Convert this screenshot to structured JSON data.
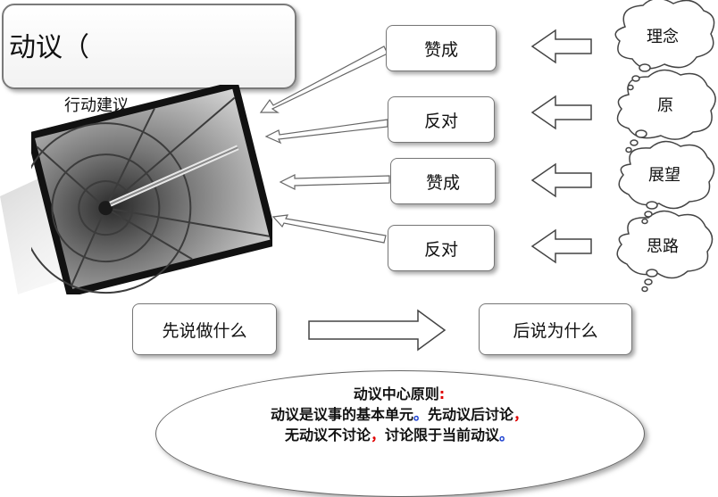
{
  "title": {
    "text": "动议（"
  },
  "subtitle": "行动建议",
  "photo": {
    "icon": "dartboard-photo"
  },
  "options": [
    {
      "label": "赞成",
      "cloud": "理念"
    },
    {
      "label": "反对",
      "cloud": "原"
    },
    {
      "label": "赞成",
      "cloud": "展望"
    },
    {
      "label": "反对",
      "cloud": "思路"
    }
  ],
  "flow": {
    "left": "先说做什么",
    "right": "后说为什么"
  },
  "principle": {
    "heading": "动议中心原则",
    "heading_colon": ":",
    "line2_main": "动议是议事的基本单元",
    "line2_dot": "。",
    "line2_rest": "先动议后讨论",
    "line2_comma": "，",
    "line3_a": "无动议不讨论",
    "line3_comma": "，",
    "line3_b": "讨论限于当前动议",
    "line3_dot": "。"
  },
  "colors": {
    "accent_red": "#e00000",
    "accent_blue": "#1a3fd0"
  }
}
